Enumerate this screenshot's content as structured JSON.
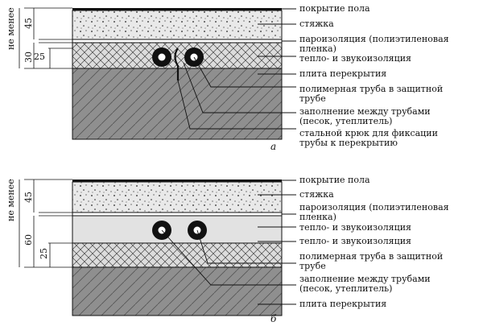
{
  "colors": {
    "ink": "#111111",
    "slab": "#8f8f8f",
    "screed": "#e9e9e9",
    "insulation": "#dcdcdc",
    "paper": "#ffffff"
  },
  "figure_a": {
    "caption": "а",
    "labels": {
      "floor": "покрытие пола",
      "screed": "стяжка",
      "vapor_1": "пароизоляция (полиэтиленовая",
      "vapor_2": "пленка)",
      "insul": "тепло- и звукоизоляция",
      "slab": "плита перекрытия",
      "pipe_1": "полимерная труба в защитной",
      "pipe_2": "трубе",
      "fill_1": "заполнение между трубами",
      "fill_2": "(песок, утеплитель)",
      "hook_1": "стальной крюк для фиксации",
      "hook_2": "трубы к перекрытию"
    },
    "dims": {
      "min": "не менее",
      "d45": "45",
      "d30": "30",
      "d25": "25"
    }
  },
  "figure_b": {
    "caption": "б",
    "labels": {
      "floor": "покрытие пола",
      "screed": "стяжка",
      "vapor_1": "пароизоляция (полиэтиленовая",
      "vapor_2": "пленка)",
      "insul_top": "тепло- и звукоизоляция",
      "insul_bot": "тепло- и звукоизоляция",
      "pipe_1": "полимерная труба в защитной",
      "pipe_2": "трубе",
      "fill_1": "заполнение между трубами",
      "fill_2": "(песок, утеплитель)",
      "slab": "плита перекрытия"
    },
    "dims": {
      "min": "не менее",
      "d45": "45",
      "d60": "60",
      "d25": "25"
    }
  }
}
